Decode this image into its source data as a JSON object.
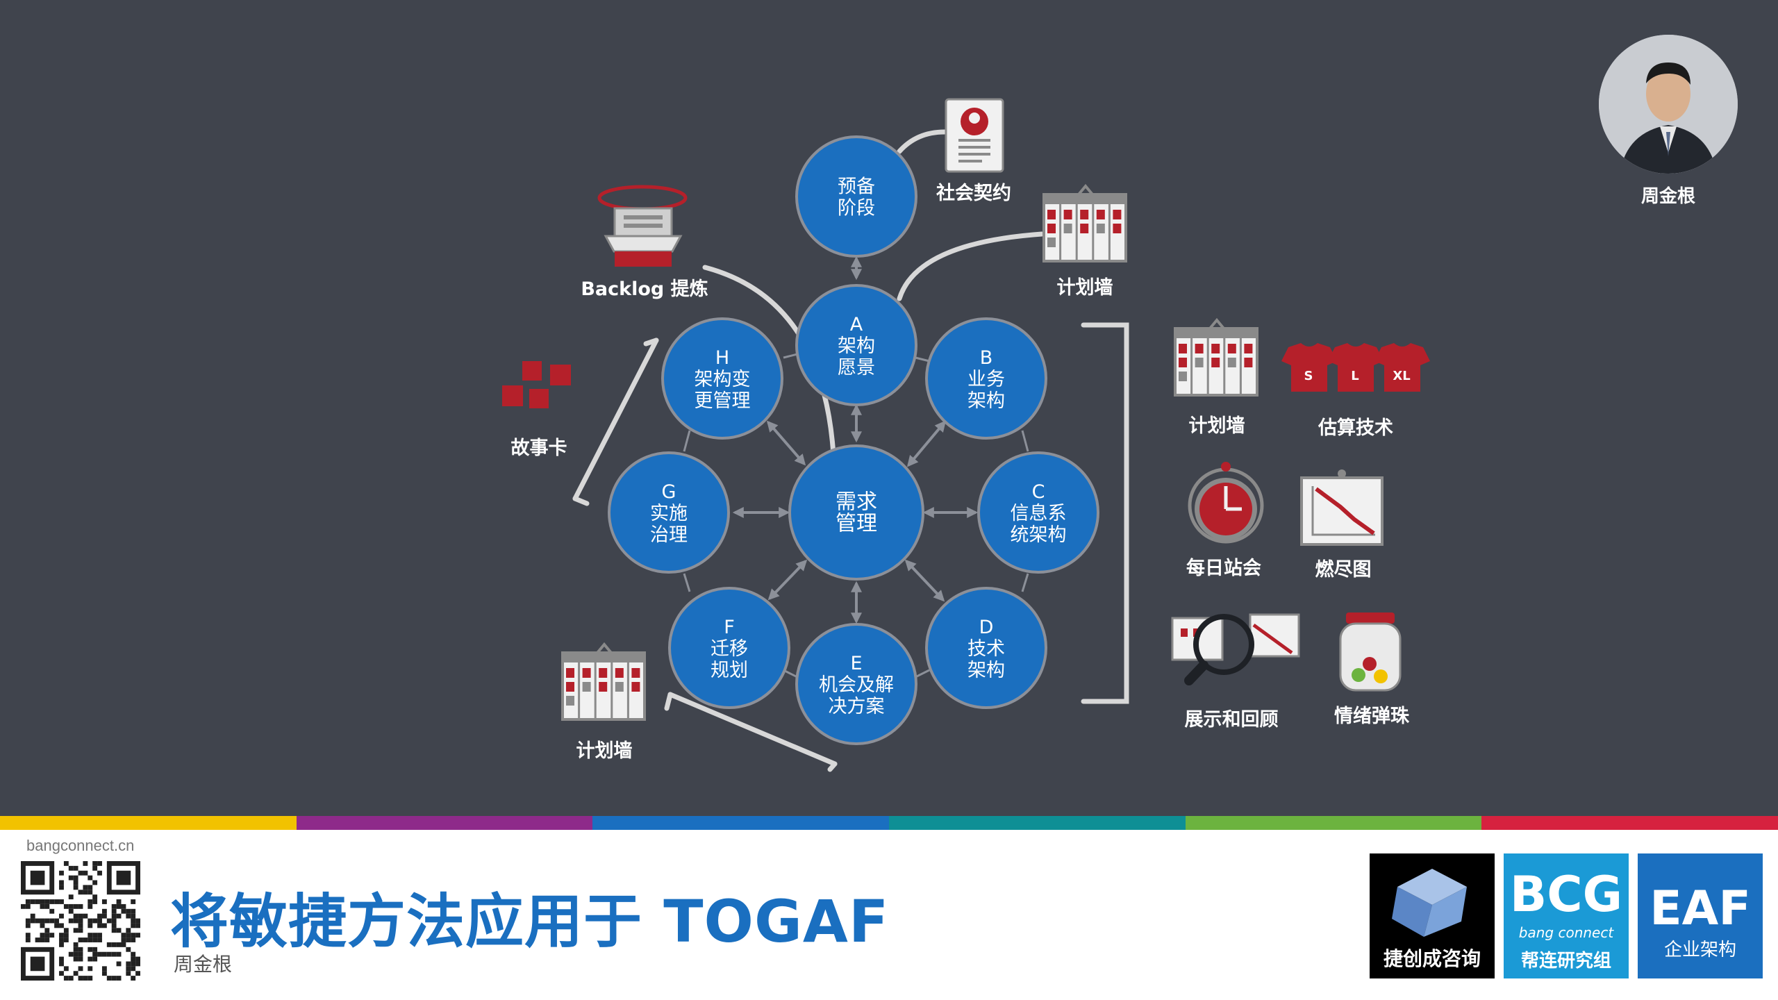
{
  "presenter": {
    "name": "周金根"
  },
  "diagram": {
    "nodes": [
      {
        "id": "prelim",
        "lines": [
          "预备",
          "阶段"
        ]
      },
      {
        "id": "a",
        "lines": [
          "A",
          "架构",
          "愿景"
        ]
      },
      {
        "id": "b",
        "lines": [
          "B",
          "业务",
          "架构"
        ]
      },
      {
        "id": "c",
        "lines": [
          "C",
          "信息系",
          "统架构"
        ]
      },
      {
        "id": "d",
        "lines": [
          "D",
          "技术",
          "架构"
        ]
      },
      {
        "id": "e",
        "lines": [
          "E",
          "机会及解",
          "决方案"
        ]
      },
      {
        "id": "f",
        "lines": [
          "F",
          "迁移",
          "规划"
        ]
      },
      {
        "id": "g",
        "lines": [
          "G",
          "实施",
          "治理"
        ]
      },
      {
        "id": "h",
        "lines": [
          "H",
          "架构变",
          "更管理"
        ]
      },
      {
        "id": "center",
        "lines": [
          "需求",
          "管理"
        ]
      }
    ],
    "practices": {
      "social_contract": "社会契约",
      "backlog": "Backlog 提炼",
      "plan_wall_top": "计划墙",
      "story_cards": "故事卡",
      "plan_wall_bottom": "计划墙",
      "plan_wall_right": "计划墙",
      "estimation": "估算技术",
      "standup": "每日站会",
      "burndown": "燃尽图",
      "review": "展示和回顾",
      "mood_marbles": "情绪弹珠",
      "shirt_sizes": [
        "S",
        "L",
        "XL"
      ]
    }
  },
  "footer": {
    "website": "bangconnect.cn",
    "title": "将敏捷方法应用于 TOGAF",
    "author": "周金根",
    "logos": {
      "jiechuang": "捷创成咨询",
      "bcg_big": "BCG",
      "bcg_small": "bang connect",
      "bcg_cn": "帮连研究组",
      "eaf_big": "EAF",
      "eaf_cn": "企业架构"
    },
    "stripe_colors": [
      "#f2c200",
      "#8e2a8a",
      "#1a6fc0",
      "#0e8f95",
      "#6cb33f",
      "#d6223f"
    ]
  },
  "colors": {
    "node_blue": "#1b6fbf",
    "accent_red": "#b5202a",
    "background": "#40444d"
  }
}
